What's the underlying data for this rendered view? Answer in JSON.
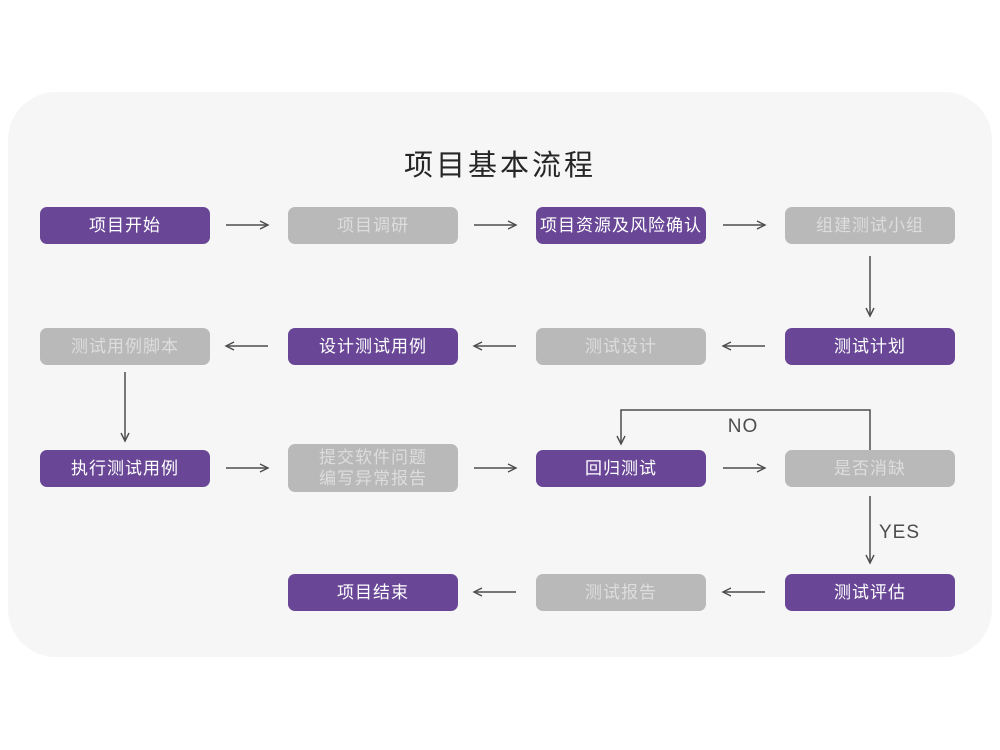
{
  "page": {
    "title": "项目基本流程"
  },
  "colors": {
    "page_background": "#ffffff",
    "card_background": "#f6f6f6",
    "node_purple": "#694796",
    "node_gray": "#b9b9b9",
    "node_text_on_purple": "#ffffff",
    "node_text_on_gray": "#dddddd",
    "arrow": "#4d4d4d",
    "title_text": "#262626"
  },
  "branch_labels": {
    "no": "NO",
    "yes": "YES"
  },
  "nodes": [
    {
      "label": "项目开始",
      "type": "purple"
    },
    {
      "label": "项目调研",
      "type": "gray"
    },
    {
      "label": "项目资源及风险确认",
      "type": "purple"
    },
    {
      "label": "组建测试小组",
      "type": "gray"
    },
    {
      "label": "测试用例脚本",
      "type": "gray"
    },
    {
      "label": "设计测试用例",
      "type": "purple"
    },
    {
      "label": "测试设计",
      "type": "gray"
    },
    {
      "label": "测试计划",
      "type": "purple"
    },
    {
      "label": "执行测试用例",
      "type": "purple"
    },
    {
      "label": "提交软件问题\n编写异常报告",
      "type": "gray"
    },
    {
      "label": "回归测试",
      "type": "purple"
    },
    {
      "label": "是否消缺",
      "type": "gray"
    },
    {
      "label": "项目结束",
      "type": "purple"
    },
    {
      "label": "测试报告",
      "type": "gray"
    },
    {
      "label": "测试评估",
      "type": "purple"
    }
  ],
  "flow": [
    "项目开始 → 项目调研 → 项目资源及风险确认 → 组建测试小组 → 测试计划 → 测试设计 → 设计测试用例 → 测试用例脚本 → 执行测试用例 → 提交软件问题编写异常报告 → 回归测试 → 是否消缺 (NO → 回归测试, YES → 测试评估) → 测试报告 → 项目结束"
  ]
}
